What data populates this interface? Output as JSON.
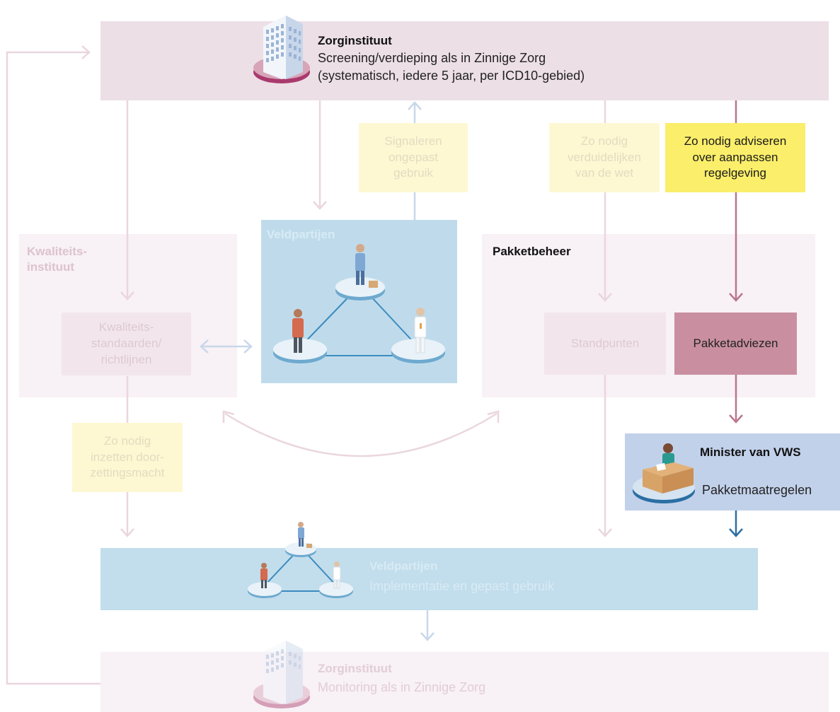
{
  "top_zorginstituut": {
    "title": "Zorginstituut",
    "line1": "Screening/verdieping als in Zinnige Zorg",
    "line2": "(systematisch, iedere 5 jaar, per ICD10-gebied)"
  },
  "kwaliteitsinstituut": {
    "title_line1": "Kwaliteits-",
    "title_line2": "instituut",
    "standards_line1": "Kwaliteits-",
    "standards_line2": "standaarden/",
    "standards_line3": "richtlijnen"
  },
  "veldpartijen_center": {
    "title": "Veldpartijen"
  },
  "pakketbeheer": {
    "title": "Pakketbeheer",
    "standpunten": "Standpunten",
    "pakketadviezen": "Pakketadviezen"
  },
  "minister": {
    "title": "Minister van VWS",
    "subtitle": "Pakketmaatregelen"
  },
  "signals": {
    "signaleren_line1": "Signaleren",
    "signaleren_line2": "ongepast",
    "signaleren_line3": "gebruik",
    "verduidelijken_line1": "Zo nodig",
    "verduidelijken_line2": "verduidelijken",
    "verduidelijken_line3": "van de wet",
    "adviseren_line1": "Zo nodig adviseren",
    "adviseren_line2": "over aanpassen",
    "adviseren_line3": "regelgeving",
    "doorzetting_line1": "Zo nodig",
    "doorzetting_line2": "inzetten door-",
    "doorzetting_line3": "zettingsmacht"
  },
  "veldpartijen_bottom": {
    "title": "Veldpartijen",
    "subtitle": "Implementatie en gepast gebruik"
  },
  "bottom_zorginstituut": {
    "title": "Zorginstituut",
    "subtitle": "Monitoring als in Zinnige Zorg"
  },
  "colors": {
    "pink_box": "#ecdfe6",
    "pink_pale": "#f8f1f5",
    "blue_box": "#bfdbeb",
    "yellow_pale": "#fdf8d2",
    "yellow_strong": "#fbee6a",
    "pakketadviezen": "#c98fa1",
    "minister": "#c2d1ea",
    "arrow_pink": "#b9768e",
    "arrow_blue": "#2b6fa3"
  }
}
